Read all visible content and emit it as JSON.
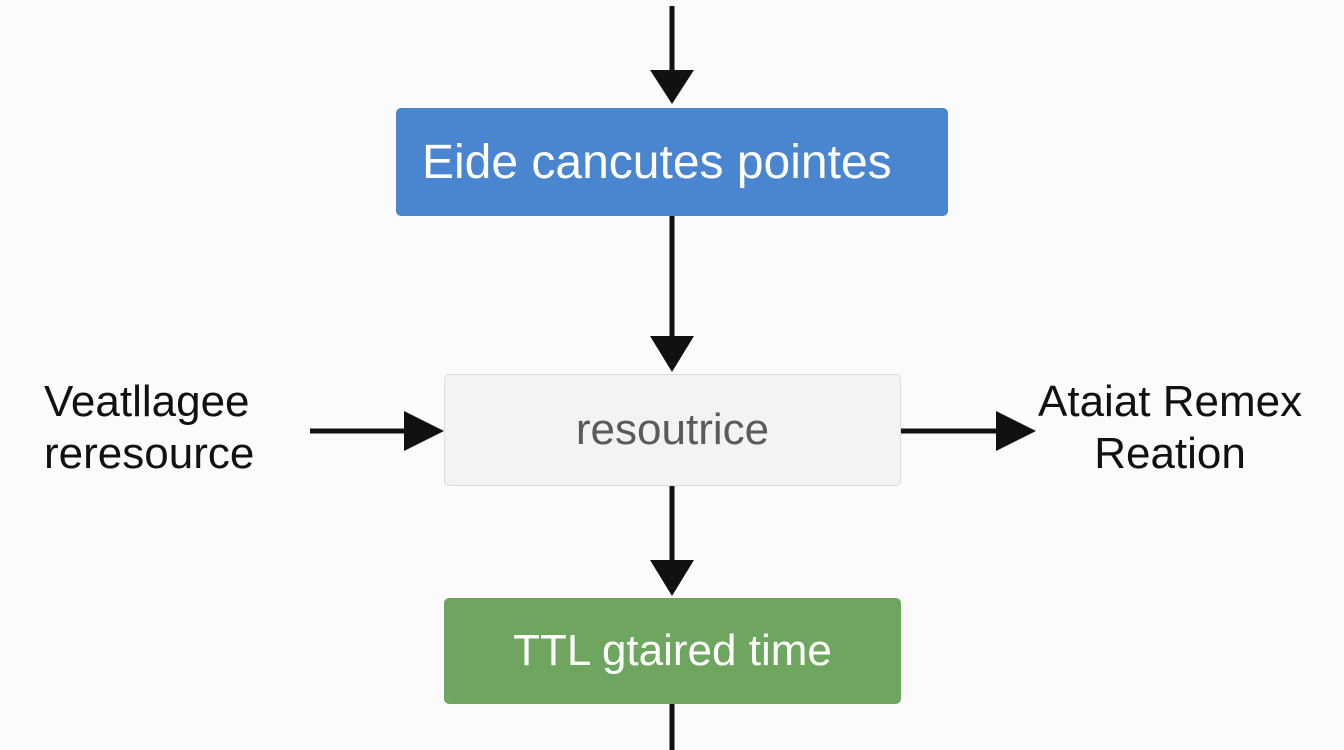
{
  "diagram": {
    "nodes": {
      "top": {
        "label": "Eide cancutes pointes",
        "color": "#4a86cf"
      },
      "center": {
        "label": "resoutrice",
        "color": "#f3f3f3"
      },
      "bottom": {
        "label": "TTL gtaired time",
        "color": "#6fa65f"
      }
    },
    "left_label": {
      "line1": "Veatllagee",
      "line2": "reresource"
    },
    "right_label": {
      "line1": "Ataiat Remex",
      "line2": "Reation"
    }
  }
}
